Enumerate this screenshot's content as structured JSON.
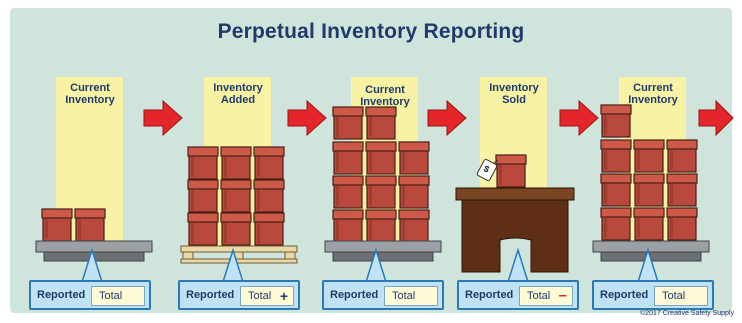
{
  "title": "Perpetual Inventory Reporting",
  "stages": [
    {
      "label": "Current Inventory",
      "report_label": "Reported",
      "total_label": "Total",
      "operator": ""
    },
    {
      "label": "Inventory Added",
      "report_label": "Reported",
      "total_label": "Total",
      "operator": "+"
    },
    {
      "label": "Current Inventory",
      "report_label": "Reported",
      "total_label": "Total",
      "operator": ""
    },
    {
      "label": "Inventory Sold",
      "report_label": "Reported",
      "total_label": "Total",
      "operator": "–"
    },
    {
      "label": "Current Inventory",
      "report_label": "Reported",
      "total_label": "Total",
      "operator": ""
    }
  ],
  "tag_symbol": "$",
  "copyright": "©2017 Creative Safety Supply",
  "colors": {
    "background": "#cfe5dc",
    "title": "#1f3a6b",
    "column": "#f7f2a4",
    "box": "#c2483c",
    "arrow": "#e4262b",
    "callout": "#bfe3f5",
    "counter": "#6e3b1c"
  }
}
